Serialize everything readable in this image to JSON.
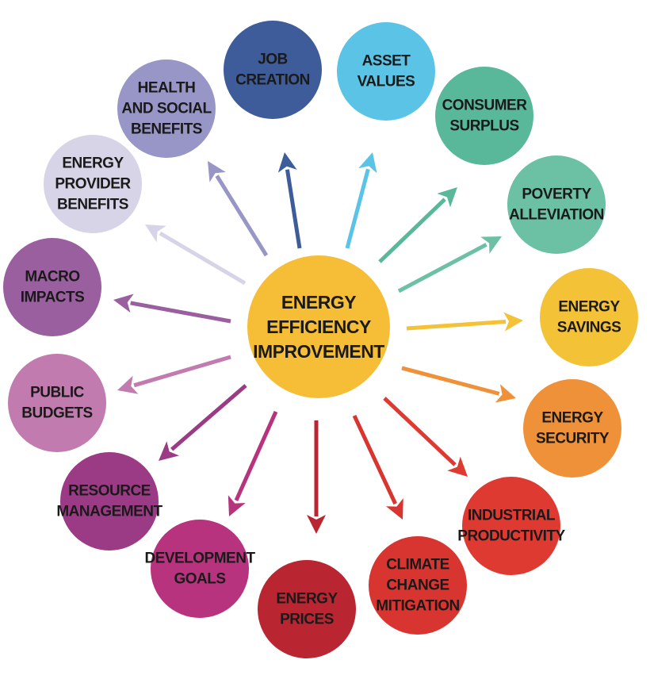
{
  "center": {
    "lines": [
      "ENERGY",
      "EFFICIENCY",
      "IMPROVEMENT"
    ],
    "color": "#F5BE36",
    "text_color": "#1a1a1a"
  },
  "nodes": [
    {
      "id": "job-creation",
      "lines": [
        "JOB",
        "CREATION"
      ],
      "color": "#3E5C9A"
    },
    {
      "id": "asset-values",
      "lines": [
        "ASSET",
        "VALUES"
      ],
      "color": "#5AC3E6"
    },
    {
      "id": "consumer-surplus",
      "lines": [
        "CONSUMER",
        "SURPLUS"
      ],
      "color": "#58B899"
    },
    {
      "id": "poverty-alleviation",
      "lines": [
        "POVERTY",
        "ALLEVIATION"
      ],
      "color": "#6CC0A4"
    },
    {
      "id": "energy-savings",
      "lines": [
        "ENERGY",
        "SAVINGS"
      ],
      "color": "#F4C236"
    },
    {
      "id": "energy-security",
      "lines": [
        "ENERGY",
        "SECURITY"
      ],
      "color": "#EE9139"
    },
    {
      "id": "industrial-productivity",
      "lines": [
        "INDUSTRIAL",
        "PRODUCTIVITY"
      ],
      "color": "#DE3A32"
    },
    {
      "id": "climate-change-mitigation",
      "lines": [
        "CLIMATE",
        "CHANGE",
        "MITIGATION"
      ],
      "color": "#D93530"
    },
    {
      "id": "energy-prices",
      "lines": [
        "ENERGY",
        "PRICES"
      ],
      "color": "#B92530"
    },
    {
      "id": "development-goals",
      "lines": [
        "DEVELOPMENT",
        "GOALS"
      ],
      "color": "#B8337E"
    },
    {
      "id": "resource-management",
      "lines": [
        "RESOURCE",
        "MANAGEMENT"
      ],
      "color": "#9B3B86"
    },
    {
      "id": "public-budgets",
      "lines": [
        "PUBLIC",
        "BUDGETS"
      ],
      "color": "#C27BAE"
    },
    {
      "id": "macro-impacts",
      "lines": [
        "MACRO",
        "IMPACTS"
      ],
      "color": "#9A5F9E"
    },
    {
      "id": "energy-provider-benefits",
      "lines": [
        "ENERGY",
        "PROVIDER",
        "BENEFITS"
      ],
      "color": "#D6D4E6"
    },
    {
      "id": "health-and-social-benefits",
      "lines": [
        "HEALTH",
        "AND SOCIAL",
        "BENEFITS"
      ],
      "color": "#9796C7"
    }
  ],
  "label_color": "#1a1a1a"
}
